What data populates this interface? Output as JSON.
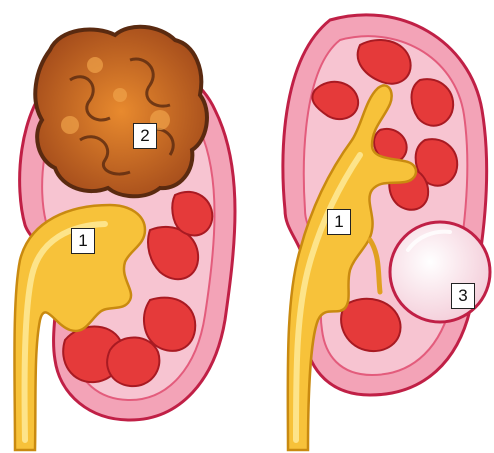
{
  "figure": {
    "left_kidney": {
      "labels": [
        "1",
        "2"
      ]
    },
    "right_kidney": {
      "labels": [
        "1",
        "3"
      ]
    }
  },
  "colors": {
    "cortex": "#e8476a",
    "cortex_light": "#f7b8c6",
    "medulla": "#e53a3a",
    "pelvis": "#f7c23a",
    "pelvis_light": "#fde48a",
    "tumor": "#c8611e",
    "tumor_dark": "#5a2a10",
    "cyst": "#fbe8ef",
    "outline": "#c02046"
  }
}
